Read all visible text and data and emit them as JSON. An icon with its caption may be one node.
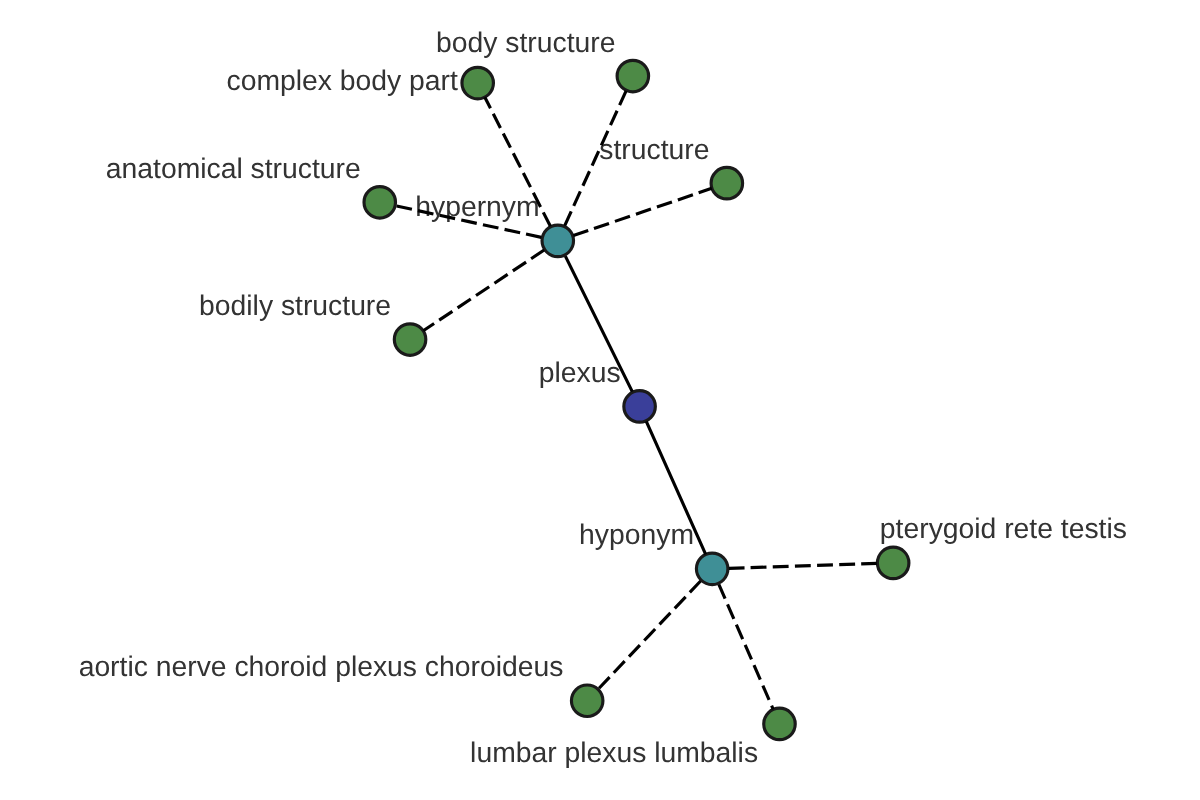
{
  "diagram": {
    "nodes": [
      {
        "text": [
          "anatomical structure"
        ]
      },
      {
        "text": [
          "structure"
        ]
      },
      {
        "text": [
          "bodily structure"
        ]
      },
      {
        "text": [
          "hypernym"
        ]
      },
      {
        "text": [
          "body structure"
        ]
      },
      {
        "text": [
          "complex body part"
        ]
      },
      {
        "text": [
          "plexus"
        ]
      },
      {
        "text": [
          "hyponym"
        ]
      },
      {
        "text": [
          "aortic nerve choroid plexus choroideus"
        ]
      },
      {
        "text": [
          "pterygoid rete testis"
        ]
      },
      {
        "text": [
          "lumbar plexus lumbalis"
        ]
      }
    ],
    "edges": [
      {
        "from": 3,
        "to": 0,
        "arrow": "none",
        "style": "dashed"
      },
      {
        "from": 3,
        "to": 1,
        "arrow": "none",
        "style": "dashed"
      },
      {
        "from": 3,
        "to": 2,
        "arrow": "none",
        "style": "dashed"
      },
      {
        "from": 3,
        "to": 4,
        "arrow": "none",
        "style": "dashed"
      },
      {
        "from": 3,
        "to": 5,
        "arrow": "none",
        "style": "dashed"
      },
      {
        "from": 3,
        "to": 6,
        "arrow": "none"
      },
      {
        "from": 6,
        "to": 7,
        "arrow": "none"
      },
      {
        "from": 7,
        "to": 8,
        "arrow": "none",
        "style": "dashed"
      },
      {
        "from": 7,
        "to": 9,
        "arrow": "none",
        "style": "dashed"
      },
      {
        "from": 7,
        "to": 10,
        "arrow": "none",
        "style": "dashed"
      }
    ]
  }
}
